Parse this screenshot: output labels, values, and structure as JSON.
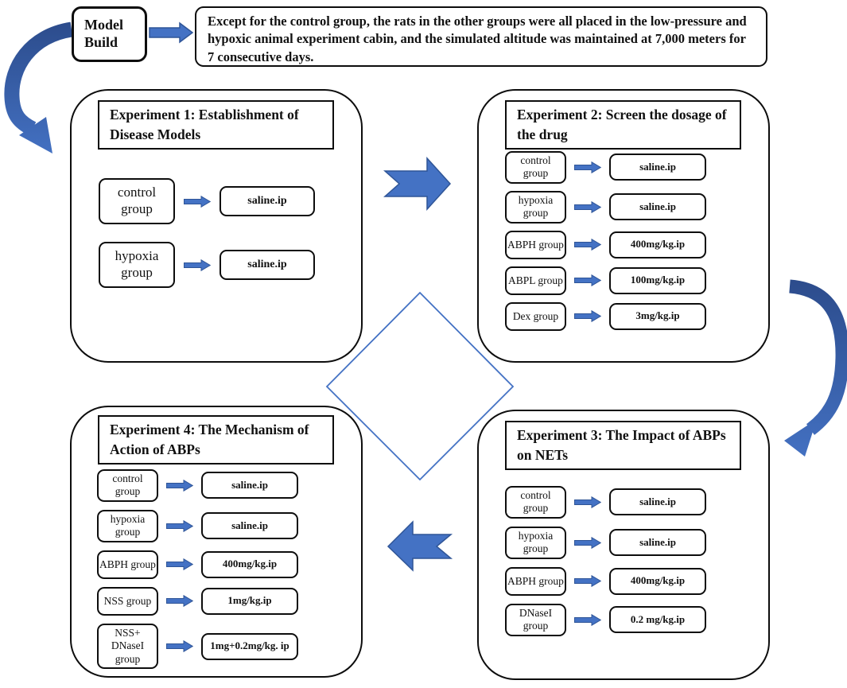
{
  "model_build": {
    "label": "Model Build"
  },
  "protocol_note": {
    "text": "Except for the control group, the rats in the other groups were all placed in the low-pressure and hypoxic animal experiment cabin, and the simulated altitude was maintained at 7,000 meters for 7 consecutive days."
  },
  "experiments": {
    "exp1": {
      "title": "Experiment 1: Establishment of Disease Models",
      "rows": [
        {
          "group": "control group",
          "dose": "saline.ip"
        },
        {
          "group": "hypoxia group",
          "dose": "saline.ip"
        }
      ]
    },
    "exp2": {
      "title": "Experiment 2: Screen the dosage of the drug",
      "rows": [
        {
          "group": "control group",
          "dose": "saline.ip"
        },
        {
          "group": "hypoxia group",
          "dose": "saline.ip"
        },
        {
          "group": "ABPH group",
          "dose": "400mg/kg.ip"
        },
        {
          "group": "ABPL group",
          "dose": "100mg/kg.ip"
        },
        {
          "group": "Dex group",
          "dose": "3mg/kg.ip"
        }
      ]
    },
    "exp3": {
      "title": "Experiment 3: The Impact of ABPs on NETs",
      "rows": [
        {
          "group": "control group",
          "dose": "saline.ip"
        },
        {
          "group": "hypoxia group",
          "dose": "saline.ip"
        },
        {
          "group": "ABPH group",
          "dose": "400mg/kg.ip"
        },
        {
          "group": "DNaseI group",
          "dose": "0.2 mg/kg.ip"
        }
      ]
    },
    "exp4": {
      "title": "Experiment 4: The Mechanism of Action of ABPs",
      "rows": [
        {
          "group": "control group",
          "dose": "saline.ip"
        },
        {
          "group": "hypoxia group",
          "dose": "saline.ip"
        },
        {
          "group": "ABPH group",
          "dose": "400mg/kg.ip"
        },
        {
          "group": "NSS group",
          "dose": "1mg/kg.ip"
        },
        {
          "group": "NSS+ DNaseI group",
          "dose": "1mg+0.2mg/kg. ip"
        }
      ]
    }
  },
  "icons": {
    "row_arrow": "right-arrow-icon",
    "model_arrow": "right-arrow-icon",
    "exp1_to_exp2": "chevron-right-arrow-icon",
    "exp3_to_exp4": "chevron-left-arrow-icon",
    "model_to_exp1": "curved-down-arrow-icon",
    "exp2_to_exp3": "curved-down-arrow-icon",
    "center_shape": "decision-diamond"
  },
  "colors": {
    "arrow_blue": "#4472C4",
    "arrow_border": "#2F5597",
    "arrow_dark": "#2B4A89",
    "box_border": "#0d0d0d"
  }
}
